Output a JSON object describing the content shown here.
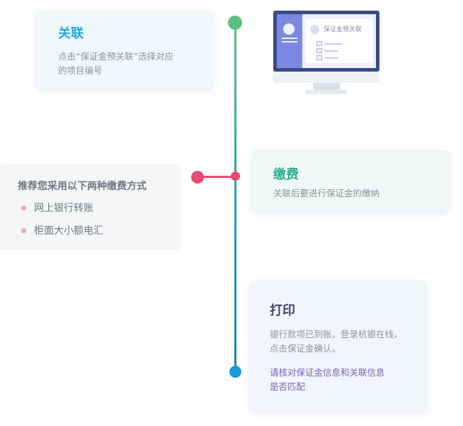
{
  "steps": {
    "link": {
      "title": "关联",
      "desc_line1": "点击“保证金预关联”选择对应",
      "desc_line2": "的项目编号",
      "monitor_title": "保证金预关联"
    },
    "pay": {
      "title": "缴费",
      "desc": "关联后要进行保证金的缴纳",
      "methods_title": "推荐您采用以下两种缴费方式",
      "methods": [
        "网上银行转账",
        "柜面大小额电汇"
      ]
    },
    "print": {
      "title": "打印",
      "desc_line1": "银行款项已到账，登录杭银在线，",
      "desc_line2": "点击保证金确认。",
      "note_line1": "请核对保证金信息和关联信息",
      "note_line2": "是否匹配"
    }
  },
  "colors": {
    "link_title": "#23a8d6",
    "pay_title": "#2bb08e",
    "print_title": "#3b4a6b",
    "note": "#7563b4",
    "link_dot": "#5cc07f",
    "pay_dot": "#e84a6f",
    "print_dot": "#1a9bd7"
  }
}
